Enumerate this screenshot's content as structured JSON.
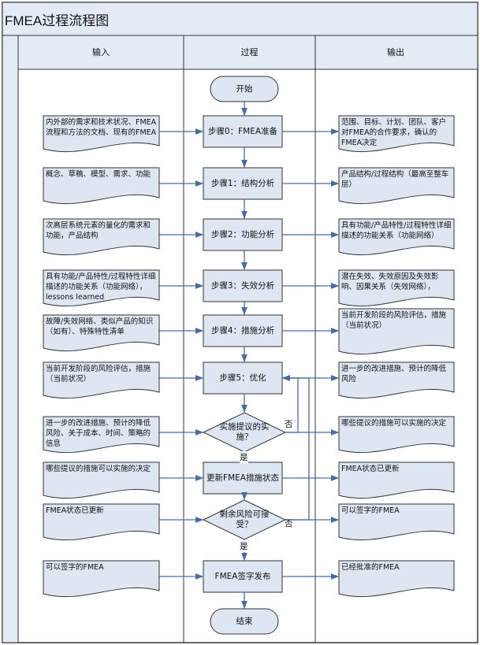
{
  "title": "FMEA过程流程图",
  "columns": [
    "输入",
    "过程",
    "输出"
  ],
  "process": {
    "start": "开始",
    "end": "结束",
    "nodes": [
      "步骤0：FMEA准备",
      "步骤1：结构分析",
      "步骤2：功能分析",
      "步骤3：失效分析",
      "步骤4：措施分析",
      "步骤5：优化",
      "实施提议的实施？",
      "更新FMEA措施状态",
      "剩余风险可接受？",
      "FMEA签字发布"
    ],
    "yes_label": "是",
    "no_label": "否"
  },
  "inputs": [
    "内外部的需求和技术状况、FMEA流程和方法的文档、现有的FMEA",
    "概念、草稿、模型、需求、功能",
    "次高层系统元素的量化的需求和功能，产品结构",
    "具有功能/产品特性/过程特性详细描述的功能关系（功能网络），lessons learned",
    "故障/失效网络、类似产品的知识（如有）、特殊特性清单",
    "当前开发阶段的风险评估，措施（当前状况）",
    "进一步的改进措施、预计的降低风险、关于成本、时间、策略的信息",
    "哪些提议的措施可以实施的决定",
    "FMEA状态已更新",
    "可以签字的FMEA"
  ],
  "outputs": [
    "范围、目标、计划、团队、客户对FMEA的合作要求，确认的FMEA决定",
    "产品结构/过程结构（最高至整车层）",
    "具有功能/产品特性/过程特性详细描述的功能关系（功能网络）",
    "潜在失效、失效原因及失效影响、因果关系（失效网络），",
    "当前开发阶段的风险评估，措施（当前状况）",
    "进一步的改进措施、预计的降低风险",
    "哪些提议的措施可以实施的决定",
    "FMEA状态已更新",
    "可以签字的FMEA",
    "已经批准的FMEA"
  ],
  "colors": {
    "fill": "#dde6f1",
    "band": "#e4ebf5",
    "stroke": "#333333",
    "arrow": "#4a6b9c"
  }
}
